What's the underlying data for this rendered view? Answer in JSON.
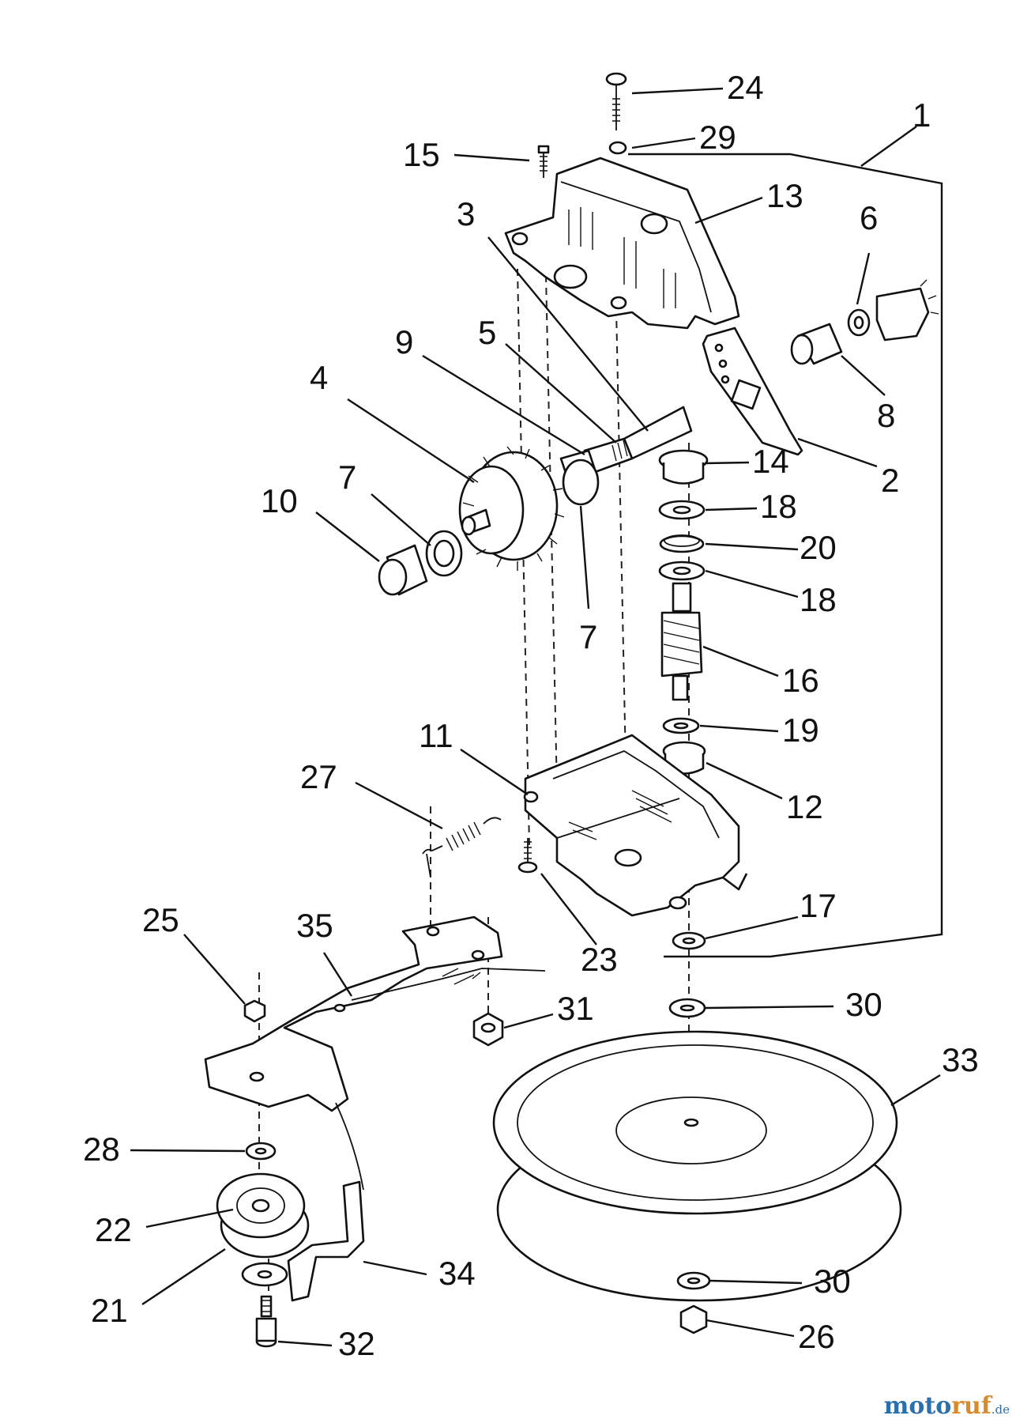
{
  "callouts": [
    "24",
    "29",
    "1",
    "15",
    "13",
    "3",
    "6",
    "5",
    "9",
    "8",
    "4",
    "2",
    "14",
    "7",
    "18",
    "10",
    "20",
    "18",
    "7",
    "16",
    "19",
    "11",
    "27",
    "12",
    "17",
    "25",
    "35",
    "23",
    "30",
    "31",
    "33",
    "28",
    "22",
    "34",
    "21",
    "30",
    "32",
    "26"
  ],
  "watermark": {
    "brand_main": "moto",
    "brand_accent": "ruf",
    "suffix": ".de"
  }
}
